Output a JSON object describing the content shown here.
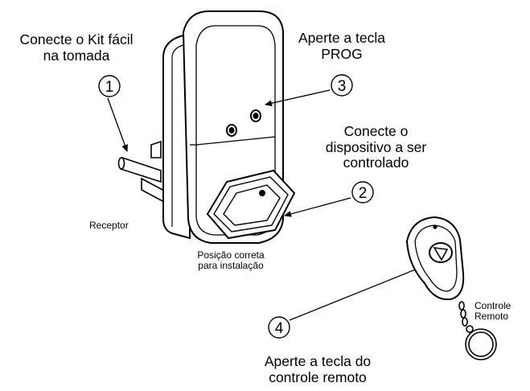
{
  "steps": [
    {
      "number": "1",
      "text": "Conecte o Kit fácil\nna tomada"
    },
    {
      "number": "2",
      "text": "Conecte o\ndispositivo a ser\ncontrolado"
    },
    {
      "number": "3",
      "text": "Aperte a tecla\nPROG"
    },
    {
      "number": "4",
      "text": "Aperte a tecla do\ncontrole remoto"
    }
  ],
  "labels": {
    "receptor": "Receptor",
    "posicao": "Posição correta\npara instalação",
    "controle": "Controle\nRemoto"
  }
}
